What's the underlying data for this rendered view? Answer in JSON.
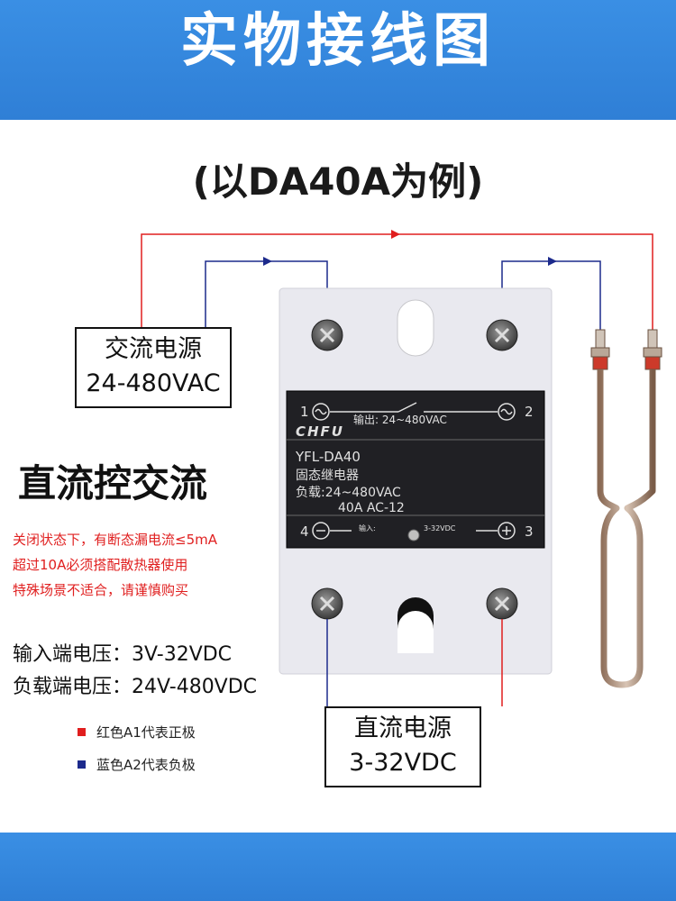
{
  "header": {
    "title": "实物接线图"
  },
  "subtitle": "(以DA40A为例)",
  "ac_source": {
    "line1": "交流电源",
    "line2": "24-480VAC"
  },
  "dc_source": {
    "line1": "直流电源",
    "line2": "3-32VDC"
  },
  "heading": "直流控交流",
  "notes": [
    "关闭状态下，有断态漏电流≤5mA",
    "超过10A必须搭配散热器使用",
    "特殊场景不适合，请谨慎购买"
  ],
  "specs": [
    "输入端电压：3V-32VDC",
    "负载端电压：24V-480VDC"
  ],
  "legend": [
    {
      "label": "红色A1代表正极",
      "color": "#e01e1e"
    },
    {
      "label": "蓝色A2代表负极",
      "color": "#1c2a8c"
    }
  ],
  "relay": {
    "brand": "CHFU",
    "model": "YFL-DA40",
    "type_label": "固态继电器",
    "load_label": "负载:24~480VAC",
    "rating": "40A AC-12",
    "output_label": "输出: 24~480VAC",
    "input_label": "输入:",
    "input_range": "3-32VDC",
    "terminal_1": "1",
    "terminal_2": "2",
    "terminal_3": "3",
    "terminal_4": "4"
  },
  "wire_colors": {
    "positive": "#e01e1e",
    "negative": "#1c2a8c"
  }
}
